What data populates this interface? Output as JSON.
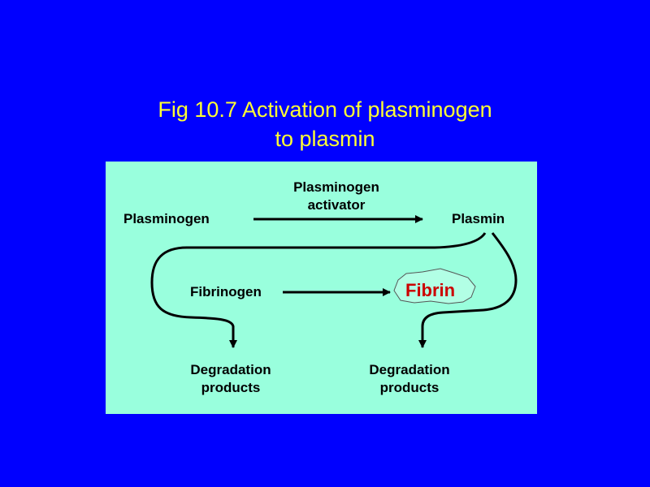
{
  "slide": {
    "background_color": "#0000FF",
    "title_color": "#FFFF33",
    "panel_color": "#99FFDD",
    "title_line1": "Fig 10.7  Activation of plasminogen",
    "title_line2": "to plasmin"
  },
  "diagram": {
    "plasminogen": "Plasminogen",
    "activator_line1": "Plasminogen",
    "activator_line2": "activator",
    "plasmin": "Plasmin",
    "fibrinogen": "Fibrinogen",
    "fibrin": "Fibrin",
    "fibrin_color": "#CC0000",
    "degradation_left_line1": "Degradation",
    "degradation_left_line2": "products",
    "degradation_right_line1": "Degradation",
    "degradation_right_line2": "products"
  }
}
